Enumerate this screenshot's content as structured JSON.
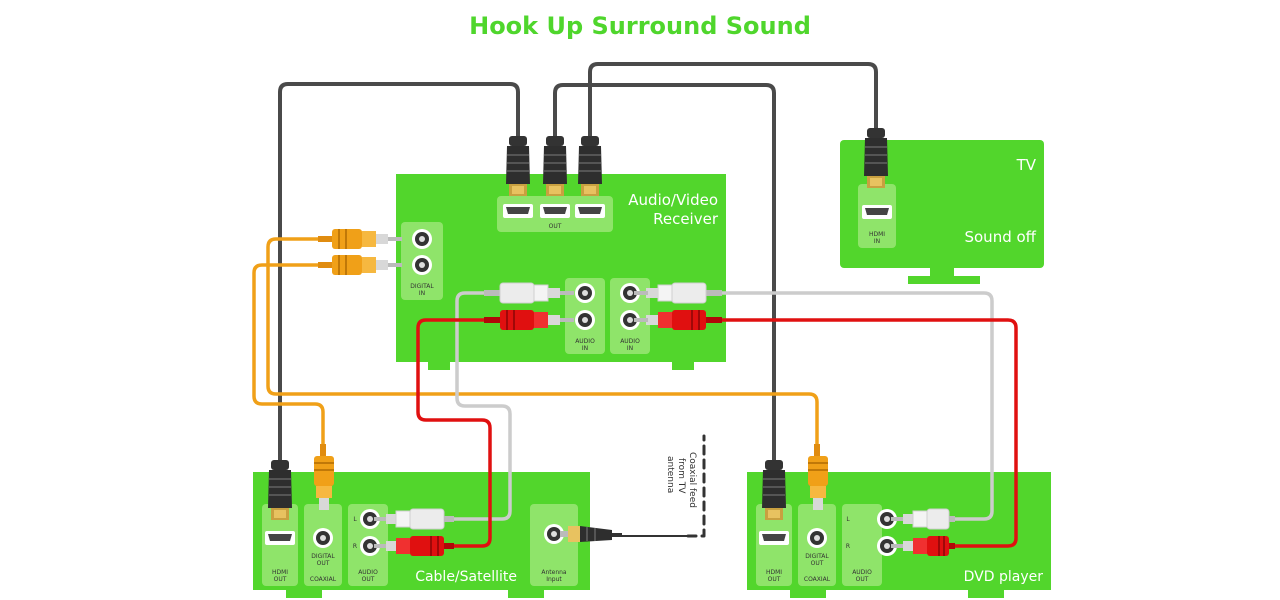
{
  "title": "Hook Up Surround Sound",
  "receiver": {
    "name_line1": "Audio/Video",
    "name_line2": "Receiver",
    "hdmi_out": "OUT",
    "digital_in_line1": "DIGITAL",
    "digital_in_line2": "IN",
    "audio_in_left_line1": "AUDIO",
    "audio_in_left_line2": "IN",
    "audio_in_right_line1": "AUDIO",
    "audio_in_right_line2": "IN"
  },
  "tv": {
    "name": "TV",
    "status": "Sound off",
    "hdmi_in_line1": "HDMI",
    "hdmi_in_line2": "IN"
  },
  "cable": {
    "name": "Cable/Satellite",
    "hdmi_out_line1": "HDMI",
    "hdmi_out_line2": "OUT",
    "digital_out_line1": "DIGITAL",
    "digital_out_line2": "OUT",
    "coaxial": "COAXIAL",
    "audio_out_line1": "AUDIO",
    "audio_out_line2": "OUT",
    "left": "L",
    "right": "R",
    "antenna_line1": "Antenna",
    "antenna_line2": "Input"
  },
  "dvd": {
    "name": "DVD player",
    "hdmi_out_line1": "HDMI",
    "hdmi_out_line2": "OUT",
    "digital_out_line1": "DIGITAL",
    "digital_out_line2": "OUT",
    "coaxial": "COAXIAL",
    "audio_out_line1": "AUDIO",
    "audio_out_line2": "OUT",
    "left": "L",
    "right": "R"
  },
  "antenna_note": {
    "line1": "Coaxial feed",
    "line2": "from TV",
    "line3": "antenna"
  },
  "colors": {
    "device_green": "#52d62c",
    "panel_green": "#8fe46a",
    "hdmi_cable": "#4a4a4a",
    "digital_cable": "#f0a018",
    "white_audio": "#cccccc",
    "red_audio": "#e01010",
    "title_green": "#4fd62c"
  }
}
